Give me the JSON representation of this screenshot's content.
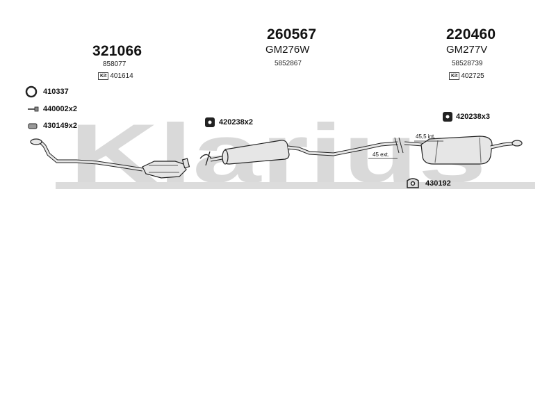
{
  "watermark": {
    "text": "Klarius",
    "color": "#d9d9d9"
  },
  "sections": [
    {
      "part_number": "321066",
      "oe_numbers": [
        "858077"
      ],
      "kit_label": "Kit",
      "kit_number": "401614"
    },
    {
      "part_number": "260567",
      "model_code": "GM276W",
      "oe_numbers": [
        "5852867"
      ]
    },
    {
      "part_number": "220460",
      "model_code": "GM277V",
      "oe_numbers": [
        "58528739"
      ],
      "kit_label": "Kit",
      "kit_number": "402725"
    }
  ],
  "accessories": [
    {
      "code": "410337",
      "icon": "ring-gasket-icon"
    },
    {
      "code": "440002x2",
      "icon": "bolt-icon"
    },
    {
      "code": "430149x2",
      "icon": "clamp-icon"
    },
    {
      "code": "420238x2",
      "icon": "rubber-mount-icon"
    },
    {
      "code": "420238x3",
      "icon": "rubber-mount-icon"
    },
    {
      "code": "430192",
      "icon": "bracket-icon"
    }
  ],
  "dimensions": {
    "internal": "45,5 int.",
    "external": "45 ext."
  },
  "colors": {
    "pipe_fill": "#e6e6e6",
    "pipe_stroke": "#222222"
  }
}
